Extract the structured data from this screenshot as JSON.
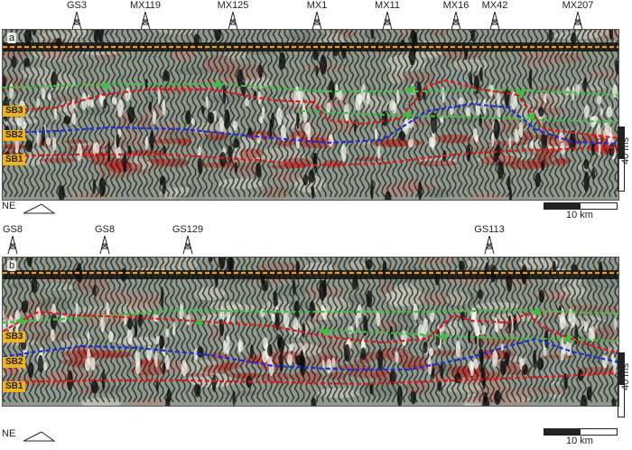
{
  "panel_a": {
    "label": "a",
    "wells": [
      "GS3",
      "MX119",
      "MX125",
      "MX1",
      "MX11",
      "MX16",
      "MX42",
      "MX207"
    ],
    "sequence_boundaries": [
      "SB3",
      "SB2",
      "SB1"
    ],
    "direction": "NE",
    "scale_h": "10 km",
    "scale_v": "40 ms"
  },
  "panel_b": {
    "label": "b",
    "wells": [
      "GS8",
      "GS8",
      "GS129",
      "GS113"
    ],
    "sequence_boundaries": [
      "SB3",
      "SB2",
      "SB1"
    ],
    "direction": "NE",
    "scale_h": "10 km",
    "scale_v": "40 ms"
  },
  "colors": {
    "orange_horizon": "#f29a1a",
    "red_horizon": "#e0161b",
    "blue_horizon": "#1c2fd6",
    "green_arrows": "#3fbf3f",
    "sb_badge": "#f2b21a"
  },
  "icons": [
    "well-derrick-icon",
    "north-east-arrow-icon"
  ]
}
